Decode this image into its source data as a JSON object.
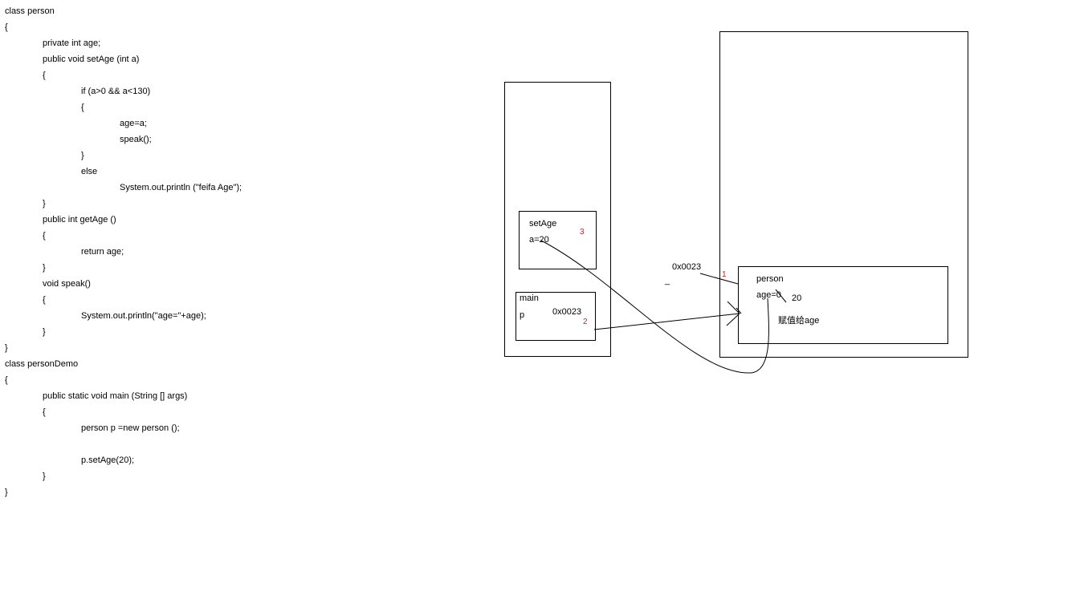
{
  "code": {
    "lines": [
      "class person",
      "{",
      "private int age;",
      "public void setAge (int a)",
      "{",
      "if (a>0 && a<130)",
      "{",
      "age=a;",
      "speak();",
      "}",
      "else",
      "System.out.println (\"feifa Age\");",
      "}",
      "public int getAge ()",
      "{",
      "return age;",
      "}",
      "void speak()",
      "{",
      "System.out.println(\"age=\"+age);",
      "}",
      "}",
      "class personDemo",
      "{",
      "public static void main (String [] args)",
      "{",
      "person p =new person ();",
      "",
      "p.setAge(20);",
      "}",
      "}"
    ]
  },
  "diagram": {
    "stack": {
      "setAge_frame": {
        "title": "setAge",
        "param": "a=20",
        "step": "3"
      },
      "main_frame": {
        "title": "main",
        "var": "p",
        "ref": "0x0023",
        "step": "2"
      }
    },
    "heap": {
      "address": "0x0023",
      "step": "1",
      "object": {
        "title": "person",
        "field": "age=0",
        "new_value": "20",
        "note": "赋值给age"
      },
      "dash": "_"
    }
  }
}
